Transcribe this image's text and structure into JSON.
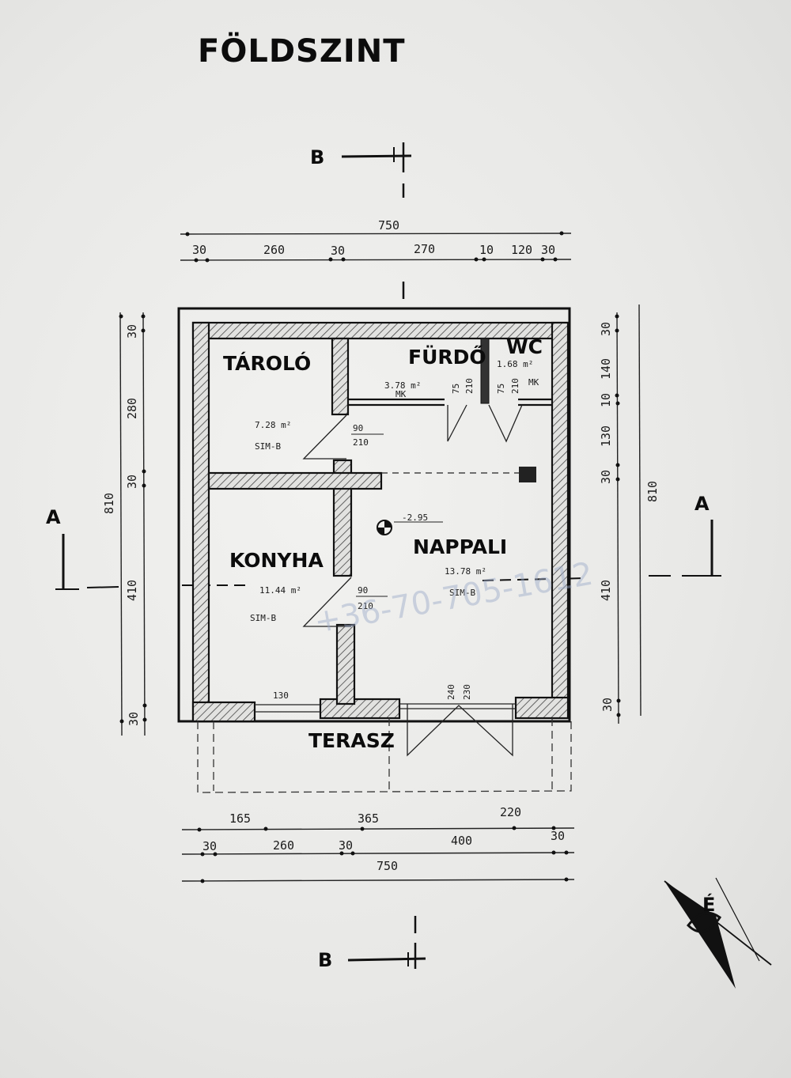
{
  "title": "FÖLDSZINT",
  "rooms": {
    "taroló": "TÁROLÓ",
    "furdo": "FÜRDŐ",
    "wc": "WC",
    "konyha": "KONYHA",
    "nappali": "NAPPALI",
    "terasz": "TERASZ"
  },
  "room_areas": {
    "taroló": "7.28 m²",
    "taroló_floor": "SIM-B",
    "furdo": "3.78 m²",
    "furdo_floor": "MK",
    "wc": "1.68 m²",
    "wc_floor": "MK",
    "konyha": "11.44 m²",
    "konyha_floor": "SIM-B",
    "nappali": "13.78 m²",
    "nappali_floor": "SIM-B"
  },
  "doors": {
    "taroló_top": "90",
    "taroló_bottom": "210",
    "konyha_top": "90",
    "konyha_bottom": "210",
    "furdo_top": "75",
    "furdo_bottom": "210",
    "wc_top": "75",
    "wc_bottom": "210",
    "window_top": "240",
    "window_bottom": "230",
    "terasz_window": "130",
    "level": "-2.95"
  },
  "dimensions": {
    "top_total": "750",
    "top_parts": [
      "30",
      "260",
      "30",
      "270",
      "10",
      "120",
      "30"
    ],
    "bottom_upper": [
      "165",
      "365",
      "220"
    ],
    "bottom_lower": [
      "30",
      "260",
      "30",
      "400",
      "30"
    ],
    "bottom_total": "750",
    "left_total": "810",
    "left_parts": [
      "30",
      "280",
      "30",
      "410",
      "30"
    ],
    "right_total": "810",
    "right_parts": [
      "30",
      "140",
      "10",
      "130",
      "30",
      "410",
      "30"
    ]
  },
  "sections": {
    "b_top": "B",
    "b_bottom": "B",
    "a_left": "A",
    "a_right": "A"
  },
  "north": "É",
  "watermark": "+36-70-705-1612",
  "colors": {
    "ink": "#111111",
    "hatch": "#555555",
    "paper": "#efefed"
  }
}
